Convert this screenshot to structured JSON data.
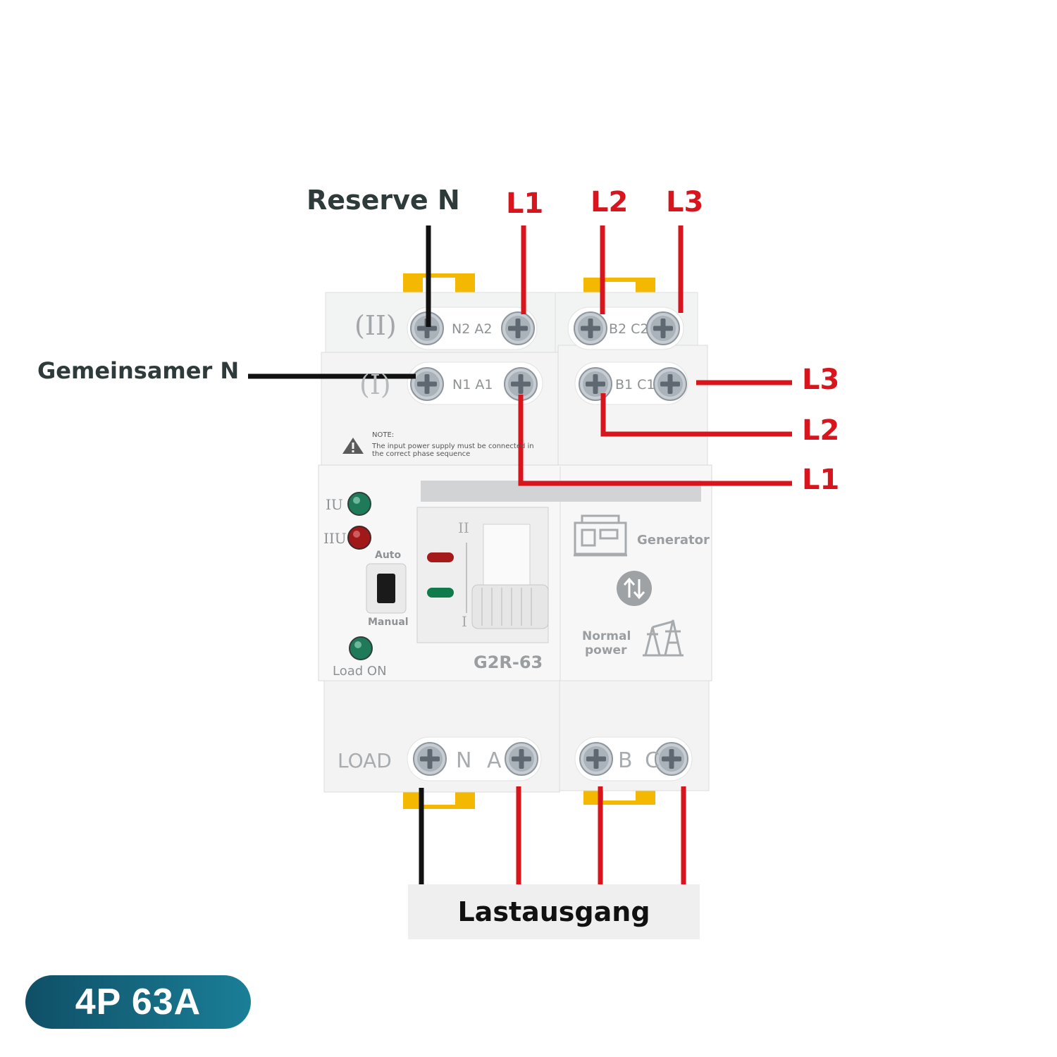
{
  "labels": {
    "reserve_n": "Reserve N",
    "common_n": "Gemeinsamer N",
    "top_l1": "L1",
    "top_l2": "L2",
    "top_l3": "L3",
    "right_l3": "L3",
    "right_l2": "L2",
    "right_l1": "L1",
    "load_output": "Lastausgang",
    "badge": "4P 63A"
  },
  "device": {
    "row2_label": "(II)",
    "row2_left_terminals": "N2 A2",
    "row2_right_terminals": "B2 C2",
    "row1_label": "(I)",
    "row1_left_terminals": "N1 A1",
    "row1_right_terminals": "B1 C1",
    "note_title": "NOTE:",
    "note_line1": "The input power supply must be connected in",
    "note_line2": "the correct phase sequence",
    "iu_label": "IU",
    "iiu_label": "IIU",
    "auto_label": "Auto",
    "manual_label": "Manual",
    "load_on_label": "Load ON",
    "switch_pos_ii": "II",
    "switch_pos_i": "I",
    "model": "G2R-63",
    "generator_label": "Generator",
    "normal_power_line1": "Normal",
    "normal_power_line2": "power",
    "load_label": "LOAD",
    "bottom_left_terminals": "N A",
    "bottom_right_terminals": "B C"
  },
  "colors": {
    "wire_red": "#d8141c",
    "wire_black": "#111111",
    "label_dark": "#2e3b3a",
    "din_clip": "#f5b800",
    "led_green": "#1f7a5a",
    "led_red": "#a01818",
    "badge_from": "#0f4f66",
    "badge_to": "#1a7f97"
  },
  "icons": [
    "screw-terminal-icon",
    "warning-triangle-icon",
    "generator-icon",
    "transfer-arrows-icon",
    "power-pylon-icon"
  ]
}
